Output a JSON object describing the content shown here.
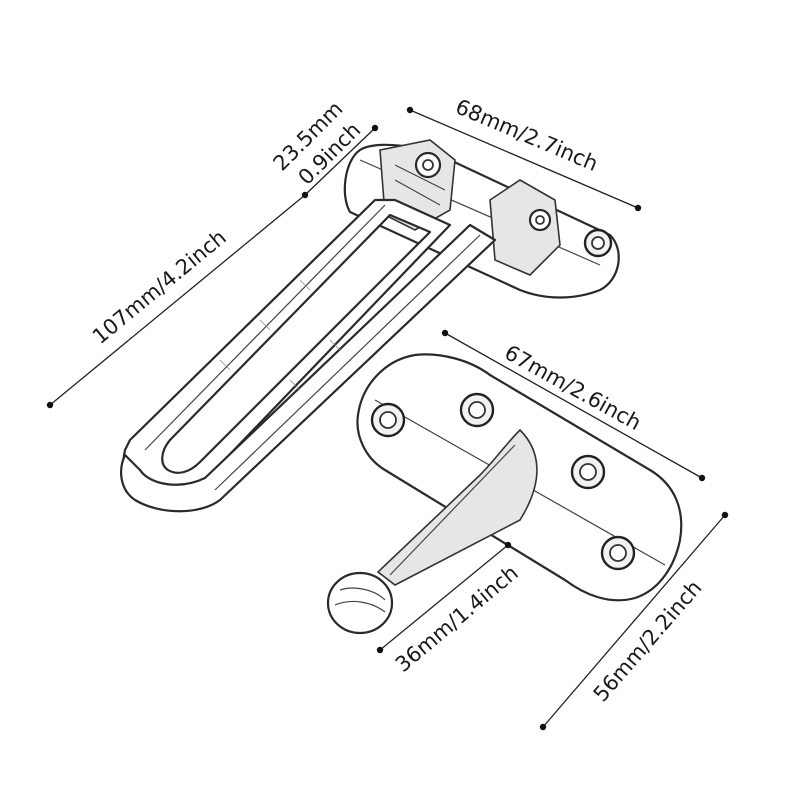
{
  "dimensions": {
    "guard_width_mm": "23.5mm",
    "guard_width_inch": "0.9inch",
    "guard_base_length": "68mm/2.7inch",
    "guard_arm_length": "107mm/4.2inch",
    "plate_width": "67mm/2.6inch",
    "plate_height": "56mm/2.2inch",
    "knob_arm_length": "36mm/1.4inch"
  }
}
